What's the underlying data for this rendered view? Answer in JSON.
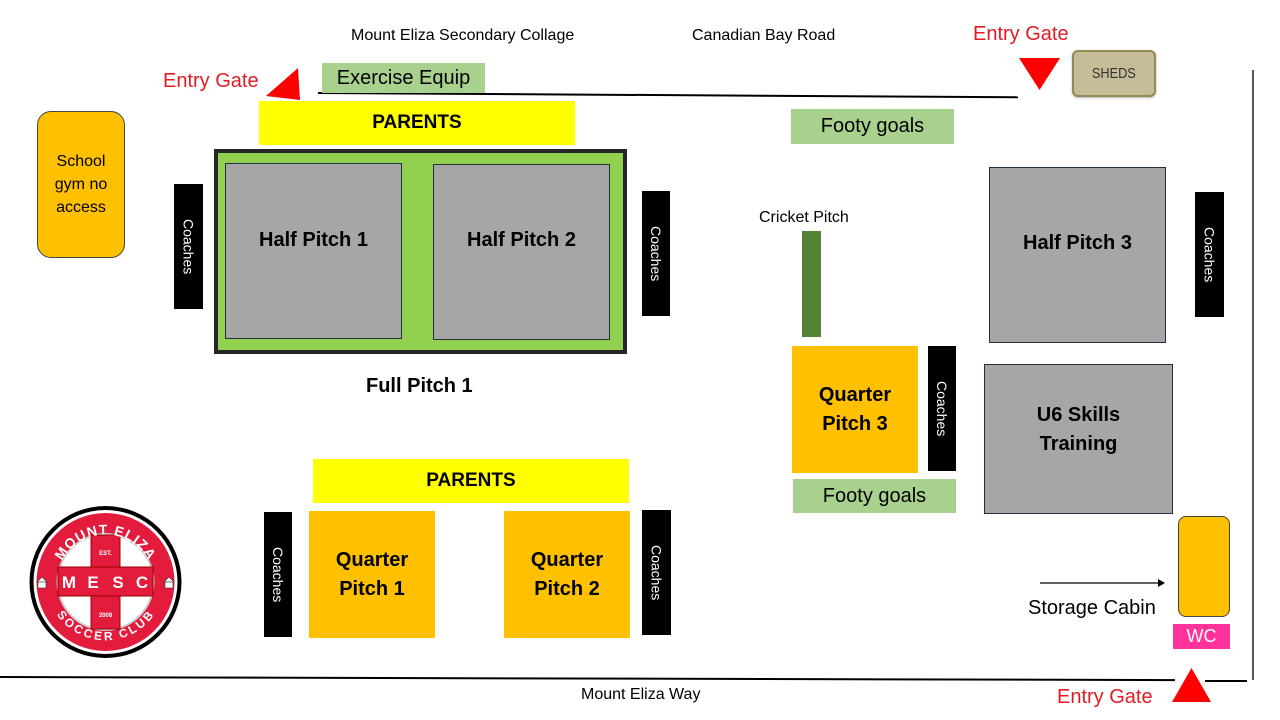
{
  "roads": {
    "top_left": "Mount Eliza Secondary Collage",
    "top_right": "Canadian Bay Road",
    "bottom": "Mount Eliza Way"
  },
  "gates": {
    "top_left": "Entry Gate",
    "top_right": "Entry Gate",
    "bottom_right": "Entry Gate"
  },
  "facilities": {
    "exercise_equip": "Exercise Equip",
    "sheds": "SHEDS",
    "school_gym": "School gym no access",
    "cricket_pitch": "Cricket Pitch",
    "storage_cabin": "Storage Cabin",
    "wc": "WC"
  },
  "parents_areas": [
    "PARENTS",
    "PARENTS"
  ],
  "footy_goals": [
    "Footy goals",
    "Footy goals"
  ],
  "coaches": [
    "Coaches",
    "Coaches",
    "Coaches",
    "Coaches",
    "Coaches",
    "Coaches"
  ],
  "pitches": {
    "full_pitch_1": "Full Pitch 1",
    "half_pitch_1": "Half Pitch 1",
    "half_pitch_2": "Half Pitch 2",
    "half_pitch_3": "Half Pitch 3",
    "quarter_pitch_1": [
      "Quarter",
      "Pitch 1"
    ],
    "quarter_pitch_2": [
      "Quarter",
      "Pitch 2"
    ],
    "quarter_pitch_3": [
      "Quarter",
      "Pitch 3"
    ],
    "u6_skills": [
      "U6 Skills",
      "Training"
    ]
  },
  "logo": {
    "top_text": "MOUNT ELIZA",
    "bottom_text": "SOCCER CLUB",
    "initials": [
      "M",
      "E",
      "S",
      "C"
    ],
    "est": "EST.",
    "year": "2008"
  },
  "colors": {
    "gate_red": "#e31b23",
    "parents_yellow": "#ffff00",
    "pitch_grey": "#a6a6a6",
    "quarter_orange": "#ffc000",
    "grass_green": "#92d050",
    "label_green": "#a9d18e",
    "cricket_green": "#548235",
    "wc_pink": "#ff3399",
    "shed_tan": "#c4bd97"
  }
}
